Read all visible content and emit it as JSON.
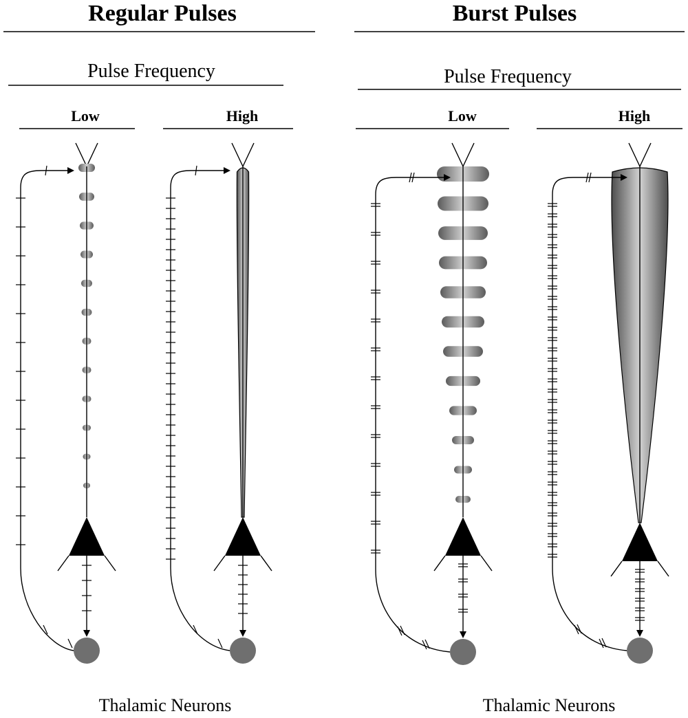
{
  "panels": [
    {
      "title": "Regular Pulses",
      "subtitle": "Pulse Frequency",
      "footer": "Thalamic Neurons",
      "columns": [
        {
          "label": "Low",
          "pulse_mode": "regular",
          "frequency": "low"
        },
        {
          "label": "High",
          "pulse_mode": "regular",
          "frequency": "high"
        }
      ]
    },
    {
      "title": "Burst Pulses",
      "subtitle": "Pulse Frequency",
      "footer": "Thalamic Neurons",
      "columns": [
        {
          "label": "Low",
          "pulse_mode": "burst",
          "frequency": "low"
        },
        {
          "label": "High",
          "pulse_mode": "burst",
          "frequency": "high"
        }
      ]
    }
  ],
  "colors": {
    "line": "#000000",
    "neuron_body": "#000000",
    "thalamic_node": "#6f6f6f",
    "gradient_dark": "#555555",
    "gradient_light": "#c8c8c8"
  }
}
